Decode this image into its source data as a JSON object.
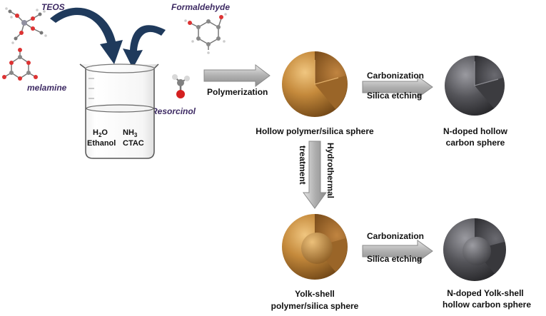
{
  "reagents": {
    "teos": "TEOS",
    "formaldehyde": "Formaldehyde",
    "melamine": "melamine",
    "resorcinol": "Resorcinol"
  },
  "beaker": {
    "h2o_main": "H",
    "h2o_sub": "2",
    "h2o_tail": "O",
    "nh3_main": "NH",
    "nh3_sub": "3",
    "ethanol": "Ethanol",
    "ctac": "CTAC"
  },
  "steps": {
    "polymerization": "Polymerization",
    "carbonization_top": "Carbonization",
    "silica_etching_top": "Silica etching",
    "hydrothermal": "Hydrothermal",
    "treatment": "treatment",
    "carbonization_bottom": "Carbonization",
    "silica_etching_bottom": "Silica etching"
  },
  "products": {
    "hollow_polymer": "Hollow polymer/silica sphere",
    "ndoped_hollow_line1": "N-doped hollow",
    "ndoped_hollow_line2": "carbon sphere",
    "yolk_polymer_line1": "Yolk-shell",
    "yolk_polymer_line2": "polymer/silica sphere",
    "ndoped_yolk_line1": "N-doped Yolk-shell",
    "ndoped_yolk_line2": "hollow carbon sphere"
  },
  "colors": {
    "curved_arrow": "#1f3a5c",
    "polymer_sphere": "#b5782f",
    "carbon_sphere": "#4a4a4e",
    "label_purple": "#3d2a63",
    "arrow_gray": "#b8b8b8"
  }
}
